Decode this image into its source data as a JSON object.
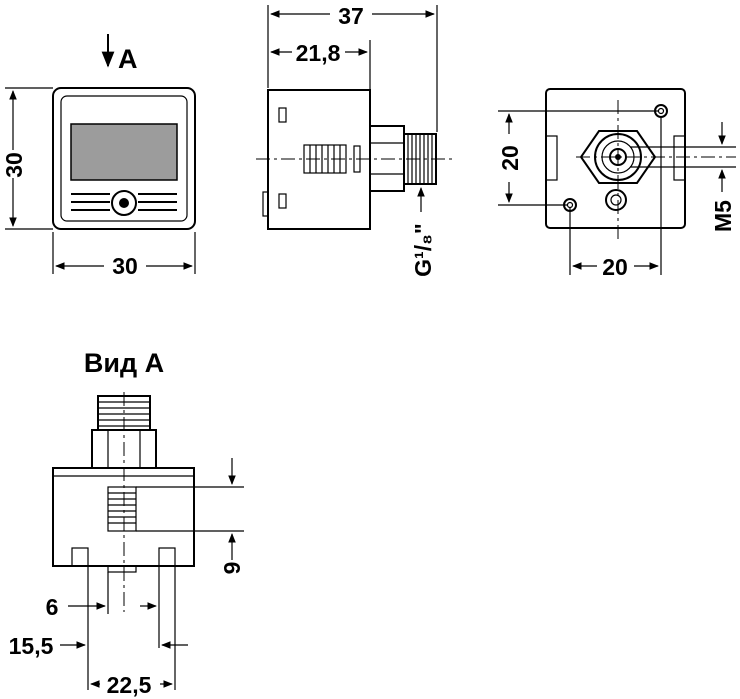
{
  "front_view": {
    "view_arrow_label": "A",
    "width_dim": "30",
    "height_dim": "30"
  },
  "side_view": {
    "total_length_dim": "37",
    "body_length_dim": "21,8",
    "thread_label": "G¹/₈\""
  },
  "rear_view": {
    "vertical_dim": "20",
    "horizontal_dim": "20",
    "port_label": "M5"
  },
  "bottom_view": {
    "title": "Вид A",
    "depth_dim": "9",
    "slot_dim": "6",
    "offset_dim": "15,5",
    "pitch_dim": "22,5"
  }
}
